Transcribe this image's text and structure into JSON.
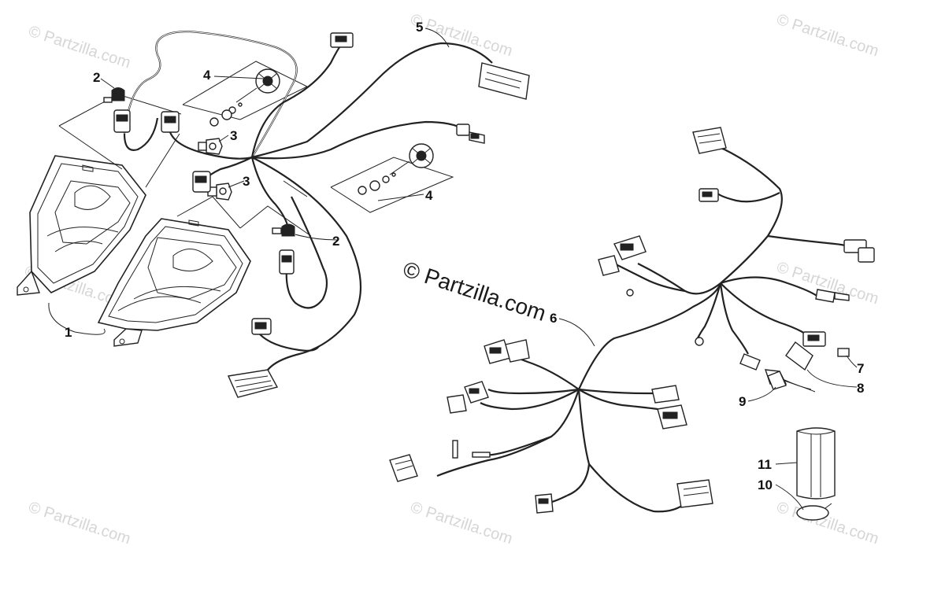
{
  "watermark": "© Partzilla.com",
  "center_watermark": "© Partzilla.com",
  "callouts": {
    "c1": "1",
    "c2a": "2",
    "c2b": "2",
    "c3a": "3",
    "c3b": "3",
    "c4a": "4",
    "c4b": "4",
    "c5": "5",
    "c6": "6",
    "c7": "7",
    "c8": "8",
    "c9": "9",
    "c10": "10",
    "c11": "11"
  }
}
